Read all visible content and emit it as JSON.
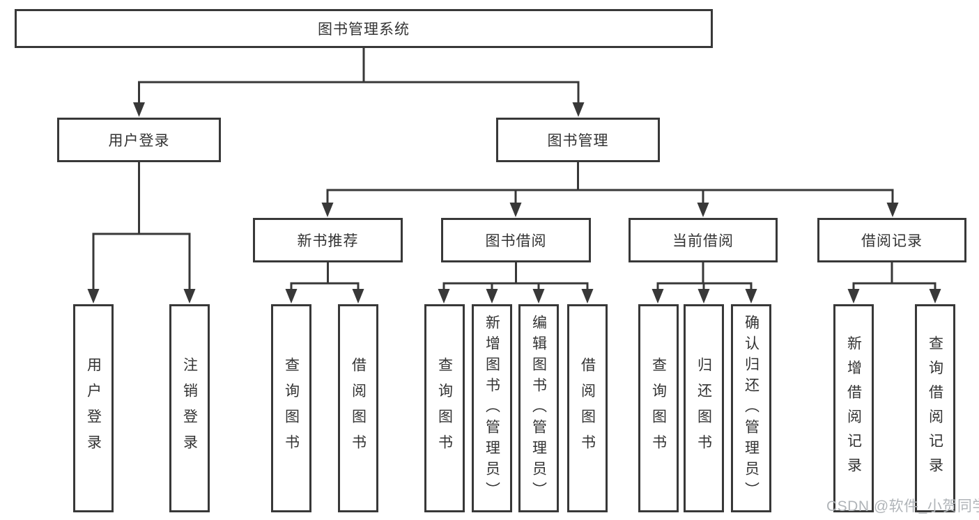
{
  "tree": {
    "root": {
      "label": "图书管理系统"
    },
    "branches": [
      {
        "label": "用户登录",
        "leaves": [
          {
            "label": "用户登录"
          },
          {
            "label": "注销登录"
          }
        ]
      },
      {
        "label": "图书管理",
        "children": [
          {
            "label": "新书推荐",
            "leaves": [
              {
                "label": "查询图书"
              },
              {
                "label": "借阅图书"
              }
            ]
          },
          {
            "label": "图书借阅",
            "leaves": [
              {
                "label": "查询图书"
              },
              {
                "label": "新增图书（管理员）"
              },
              {
                "label": "编辑图书（管理员）"
              },
              {
                "label": "借阅图书"
              }
            ]
          },
          {
            "label": "当前借阅",
            "leaves": [
              {
                "label": "查询图书"
              },
              {
                "label": "归还图书"
              },
              {
                "label": "确认归还（管理员）"
              }
            ]
          },
          {
            "label": "借阅记录",
            "leaves": [
              {
                "label": "新增借阅记录"
              },
              {
                "label": "查询借阅记录"
              }
            ]
          }
        ]
      }
    ]
  },
  "watermark": {
    "text": "CSDN @软件_小贺同学"
  },
  "colors": {
    "line": "#383838",
    "text": "#333333",
    "watermark": "#b0b4b8",
    "background": "#ffffff"
  }
}
